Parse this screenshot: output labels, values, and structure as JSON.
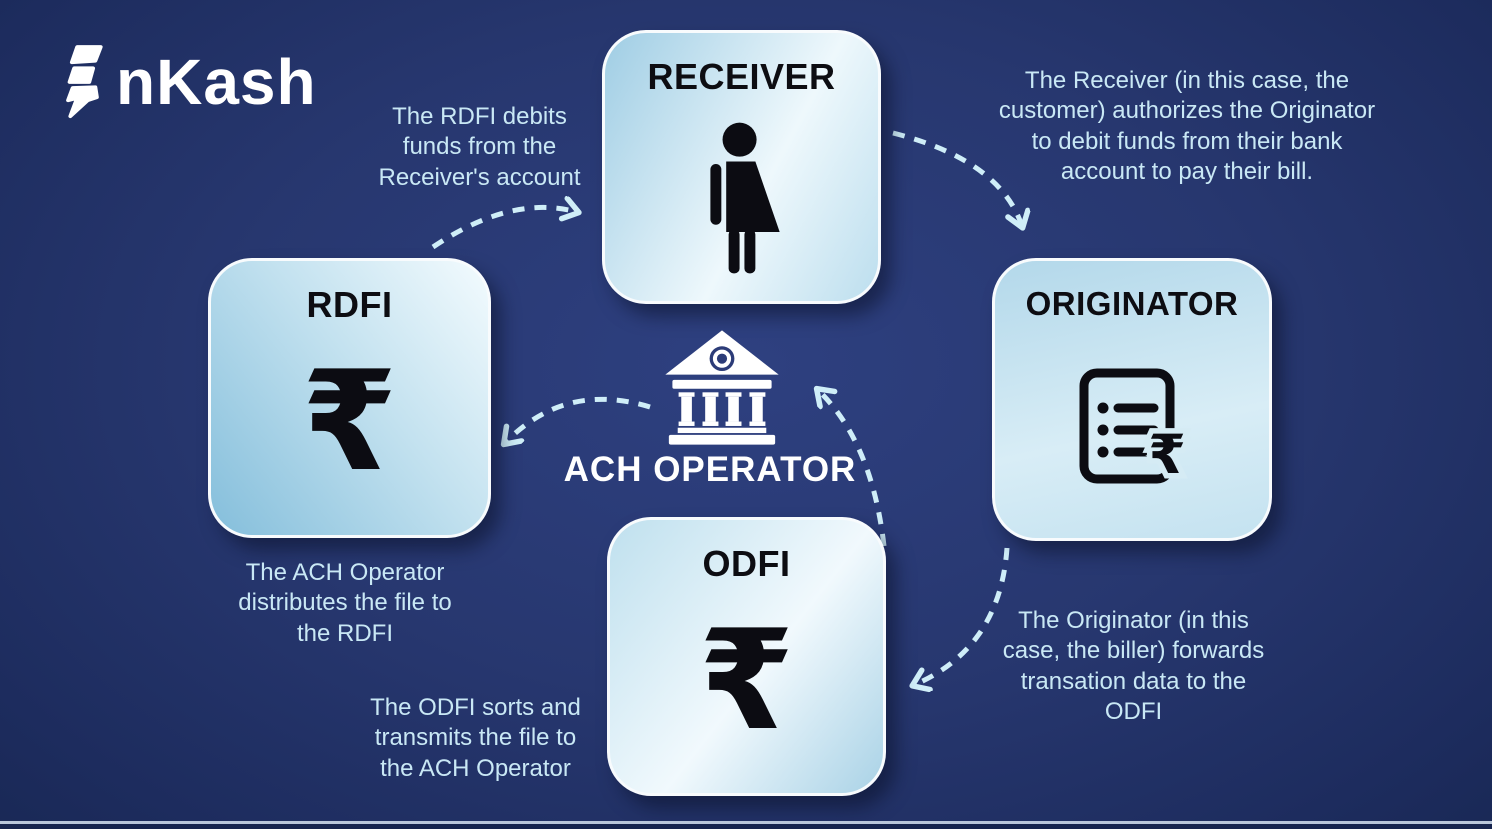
{
  "logo": {
    "text": "EnKash",
    "text_after_mark": "nKash",
    "mark": "enkash-bolt-e"
  },
  "nodes": {
    "receiver": {
      "label": "RECEIVER",
      "icon": "person-icon"
    },
    "originator": {
      "label": "ORIGINATOR",
      "icon": "invoice-rupee-icon",
      "rupee": "₹"
    },
    "rdfi": {
      "label": "RDFI",
      "icon": "rupee-icon",
      "rupee": "₹"
    },
    "odfi": {
      "label": "ODFI",
      "icon": "rupee-icon",
      "rupee": "₹"
    },
    "ach_operator": {
      "label": "ACH OPERATOR",
      "icon": "bank-icon"
    }
  },
  "annotations": {
    "rdfi_to_receiver": "The RDFI debits funds from the Receiver's account",
    "receiver_to_originator": "The Receiver (in this case, the customer) authorizes the Originator to debit funds from their bank account to pay their bill.",
    "ach_to_rdfi": "The ACH Operator distributes the file to the RDFI",
    "odfi_to_ach": "The ODFI sorts and transmits the file to the ACH Operator",
    "originator_to_odfi": "The Originator (in this case, the biller) forwards transation data to the ODFI"
  },
  "flow_order": [
    "RECEIVER",
    "ORIGINATOR",
    "ODFI",
    "ACH OPERATOR",
    "RDFI"
  ],
  "colors": {
    "background_navy": "#27376f",
    "background_edge": "#1d2c5e",
    "annotation_text": "#c9e8f5",
    "arrow": "#cfeef8",
    "card_gradient_light": "#f1f9fd",
    "card_gradient_blue": "#8ec4de",
    "card_border": "#f8fbfd",
    "icon_black": "#0d0d12",
    "white": "#ffffff"
  }
}
